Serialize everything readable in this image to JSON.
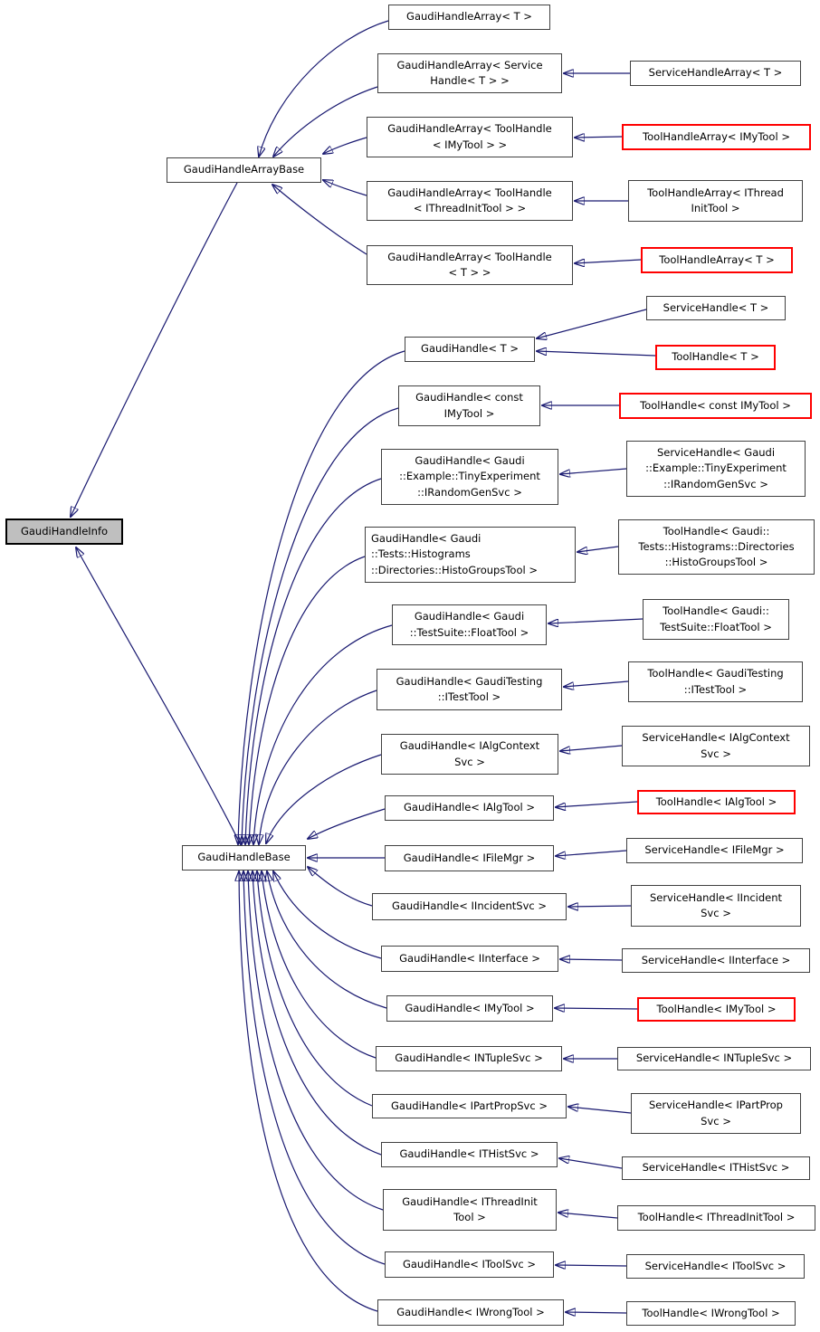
{
  "diagram": {
    "type": "class-inheritance-graph",
    "root_class": "GaudiHandleInfo",
    "colors": {
      "edge": "#191970",
      "node_border": "#404040",
      "node_fill": "#ffffff",
      "highlight_fill": "#bfbfbf",
      "highlight_border": "#000000",
      "red_border": "#ff0000",
      "text": "#000000"
    },
    "nodes": {
      "info": {
        "label": "GaudiHandleInfo",
        "style": "highlighted"
      },
      "arraybase": {
        "label": "GaudiHandleArrayBase",
        "style": "normal"
      },
      "base": {
        "label": "GaudiHandleBase",
        "style": "normal"
      },
      "gha_t": {
        "label": "GaudiHandleArray< T >",
        "style": "normal"
      },
      "gha_service": {
        "label": "GaudiHandleArray< Service\nHandle< T > >",
        "style": "normal"
      },
      "gha_th_imytool": {
        "label": "GaudiHandleArray< ToolHandle\n< IMyTool > >",
        "style": "normal"
      },
      "gha_th_ithreadinit": {
        "label": "GaudiHandleArray< ToolHandle\n< IThreadInitTool > >",
        "style": "normal"
      },
      "gha_th_t": {
        "label": "GaudiHandleArray< ToolHandle\n< T > >",
        "style": "normal"
      },
      "sha_t": {
        "label": "ServiceHandleArray< T >",
        "style": "normal"
      },
      "tha_imytool": {
        "label": "ToolHandleArray< IMyTool >",
        "style": "red"
      },
      "tha_ithreadinit": {
        "label": "ToolHandleArray< IThread\nInitTool >",
        "style": "normal"
      },
      "tha_t": {
        "label": "ToolHandleArray< T >",
        "style": "red"
      },
      "gh_t": {
        "label": "GaudiHandle< T >",
        "style": "normal"
      },
      "sh_t": {
        "label": "ServiceHandle< T >",
        "style": "normal"
      },
      "th_t": {
        "label": "ToolHandle< T >",
        "style": "red"
      },
      "gh_const_imytool": {
        "label": "GaudiHandle< const\nIMyTool >",
        "style": "normal"
      },
      "th_const_imytool": {
        "label": "ToolHandle< const IMyTool >",
        "style": "red"
      },
      "gh_tinyexp": {
        "label": "GaudiHandle< Gaudi\n::Example::TinyExperiment\n::IRandomGenSvc >",
        "style": "normal"
      },
      "sh_tinyexp": {
        "label": "ServiceHandle< Gaudi\n::Example::TinyExperiment\n::IRandomGenSvc >",
        "style": "normal"
      },
      "gh_histogroups": {
        "label": "GaudiHandle< Gaudi\n::Tests::Histograms\n::Directories::HistoGroupsTool >",
        "style": "normal"
      },
      "th_histogroups": {
        "label": "ToolHandle< Gaudi::\nTests::Histograms::Directories\n::HistoGroupsTool >",
        "style": "normal"
      },
      "gh_floattool": {
        "label": "GaudiHandle< Gaudi\n::TestSuite::FloatTool >",
        "style": "normal"
      },
      "th_floattool": {
        "label": "ToolHandle< Gaudi::\nTestSuite::FloatTool >",
        "style": "normal"
      },
      "gh_itesttool": {
        "label": "GaudiHandle< GaudiTesting\n::ITestTool >",
        "style": "normal"
      },
      "th_itesttool": {
        "label": "ToolHandle< GaudiTesting\n::ITestTool >",
        "style": "normal"
      },
      "gh_ialgcontextsvc": {
        "label": "GaudiHandle< IAlgContext\nSvc >",
        "style": "normal"
      },
      "sh_ialgcontextsvc": {
        "label": "ServiceHandle< IAlgContext\nSvc >",
        "style": "normal"
      },
      "gh_ialgtool": {
        "label": "GaudiHandle< IAlgTool >",
        "style": "normal"
      },
      "th_ialgtool": {
        "label": "ToolHandle< IAlgTool >",
        "style": "red"
      },
      "gh_ifilemgr": {
        "label": "GaudiHandle< IFileMgr >",
        "style": "normal"
      },
      "sh_ifilemgr": {
        "label": "ServiceHandle< IFileMgr >",
        "style": "normal"
      },
      "gh_iincidentsvc": {
        "label": "GaudiHandle< IIncidentSvc >",
        "style": "normal"
      },
      "sh_iincidentsvc": {
        "label": "ServiceHandle< IIncident\nSvc >",
        "style": "normal"
      },
      "gh_iinterface": {
        "label": "GaudiHandle< IInterface >",
        "style": "normal"
      },
      "sh_iinterface": {
        "label": "ServiceHandle< IInterface >",
        "style": "normal"
      },
      "gh_imytool": {
        "label": "GaudiHandle< IMyTool >",
        "style": "normal"
      },
      "th_imytool": {
        "label": "ToolHandle< IMyTool >",
        "style": "red"
      },
      "gh_intuplesvc": {
        "label": "GaudiHandle< INTupleSvc >",
        "style": "normal"
      },
      "sh_intuplesvc": {
        "label": "ServiceHandle< INTupleSvc >",
        "style": "normal"
      },
      "gh_ipartpropsvc": {
        "label": "GaudiHandle< IPartPropSvc >",
        "style": "normal"
      },
      "sh_ipartpropsvc": {
        "label": "ServiceHandle< IPartProp\nSvc >",
        "style": "normal"
      },
      "gh_ithistsvc": {
        "label": "GaudiHandle< ITHistSvc >",
        "style": "normal"
      },
      "sh_ithistsvc": {
        "label": "ServiceHandle< ITHistSvc >",
        "style": "normal"
      },
      "gh_ithreadinittool": {
        "label": "GaudiHandle< IThreadInit\nTool >",
        "style": "normal"
      },
      "th_ithreadinittool": {
        "label": "ToolHandle< IThreadInitTool >",
        "style": "normal"
      },
      "gh_itoolsvc": {
        "label": "GaudiHandle< IToolSvc >",
        "style": "normal"
      },
      "sh_itoolsvc": {
        "label": "ServiceHandle< IToolSvc >",
        "style": "normal"
      },
      "gh_iwrongtool": {
        "label": "GaudiHandle< IWrongTool >",
        "style": "normal"
      },
      "th_iwrongtool": {
        "label": "ToolHandle< IWrongTool >",
        "style": "normal"
      }
    },
    "edges": [
      {
        "from": "gha_t",
        "to": "arraybase"
      },
      {
        "from": "gha_service",
        "to": "arraybase"
      },
      {
        "from": "gha_th_imytool",
        "to": "arraybase"
      },
      {
        "from": "gha_th_ithreadinit",
        "to": "arraybase"
      },
      {
        "from": "gha_th_t",
        "to": "arraybase"
      },
      {
        "from": "arraybase",
        "to": "info"
      },
      {
        "from": "base",
        "to": "info"
      },
      {
        "from": "gh_t",
        "to": "base"
      },
      {
        "from": "gh_const_imytool",
        "to": "base"
      },
      {
        "from": "gh_tinyexp",
        "to": "base"
      },
      {
        "from": "gh_histogroups",
        "to": "base"
      },
      {
        "from": "gh_floattool",
        "to": "base"
      },
      {
        "from": "gh_itesttool",
        "to": "base"
      },
      {
        "from": "gh_ialgcontextsvc",
        "to": "base"
      },
      {
        "from": "gh_ialgtool",
        "to": "base"
      },
      {
        "from": "gh_ifilemgr",
        "to": "base"
      },
      {
        "from": "gh_iincidentsvc",
        "to": "base"
      },
      {
        "from": "gh_iinterface",
        "to": "base"
      },
      {
        "from": "gh_imytool",
        "to": "base"
      },
      {
        "from": "gh_intuplesvc",
        "to": "base"
      },
      {
        "from": "gh_ipartpropsvc",
        "to": "base"
      },
      {
        "from": "gh_ithistsvc",
        "to": "base"
      },
      {
        "from": "gh_ithreadinittool",
        "to": "base"
      },
      {
        "from": "gh_itoolsvc",
        "to": "base"
      },
      {
        "from": "gh_iwrongtool",
        "to": "base"
      },
      {
        "from": "sha_t",
        "to": "gha_service"
      },
      {
        "from": "tha_imytool",
        "to": "gha_th_imytool"
      },
      {
        "from": "tha_ithreadinit",
        "to": "gha_th_ithreadinit"
      },
      {
        "from": "tha_t",
        "to": "gha_th_t"
      },
      {
        "from": "sh_t",
        "to": "gh_t"
      },
      {
        "from": "th_t",
        "to": "gh_t"
      },
      {
        "from": "th_const_imytool",
        "to": "gh_const_imytool"
      },
      {
        "from": "sh_tinyexp",
        "to": "gh_tinyexp"
      },
      {
        "from": "th_histogroups",
        "to": "gh_histogroups"
      },
      {
        "from": "th_floattool",
        "to": "gh_floattool"
      },
      {
        "from": "th_itesttool",
        "to": "gh_itesttool"
      },
      {
        "from": "sh_ialgcontextsvc",
        "to": "gh_ialgcontextsvc"
      },
      {
        "from": "th_ialgtool",
        "to": "gh_ialgtool"
      },
      {
        "from": "sh_ifilemgr",
        "to": "gh_ifilemgr"
      },
      {
        "from": "sh_iincidentsvc",
        "to": "gh_iincidentsvc"
      },
      {
        "from": "sh_iinterface",
        "to": "gh_iinterface"
      },
      {
        "from": "th_imytool",
        "to": "gh_imytool"
      },
      {
        "from": "sh_intuplesvc",
        "to": "gh_intuplesvc"
      },
      {
        "from": "sh_ipartpropsvc",
        "to": "gh_ipartpropsvc"
      },
      {
        "from": "sh_ithistsvc",
        "to": "gh_ithistsvc"
      },
      {
        "from": "th_ithreadinittool",
        "to": "gh_ithreadinittool"
      },
      {
        "from": "sh_itoolsvc",
        "to": "gh_itoolsvc"
      },
      {
        "from": "th_iwrongtool",
        "to": "gh_iwrongtool"
      }
    ]
  }
}
